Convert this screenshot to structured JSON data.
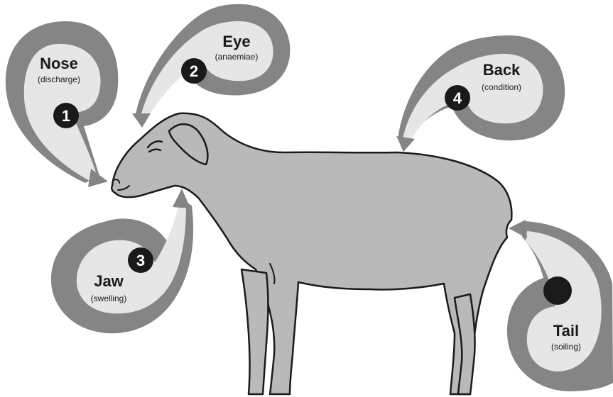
{
  "callouts": [
    {
      "id": "nose",
      "number": "1",
      "title": "Nose",
      "subtitle": "(discharge)"
    },
    {
      "id": "eye",
      "number": "2",
      "title": "Eye",
      "subtitle": "(anaemiae)"
    },
    {
      "id": "jaw",
      "number": "3",
      "title": "Jaw",
      "subtitle": "(swelling)"
    },
    {
      "id": "back",
      "number": "4",
      "title": "Back",
      "subtitle": "(condition)"
    },
    {
      "id": "tail",
      "number": "",
      "title": "Tail",
      "subtitle": "(soiling)"
    }
  ],
  "colors": {
    "swirl_dark": "#858585",
    "swirl_light": "#e6e6e6",
    "sheep_body": "#b9b9b9",
    "outline": "#1a1a1a",
    "badge": "#1a1a1a"
  }
}
